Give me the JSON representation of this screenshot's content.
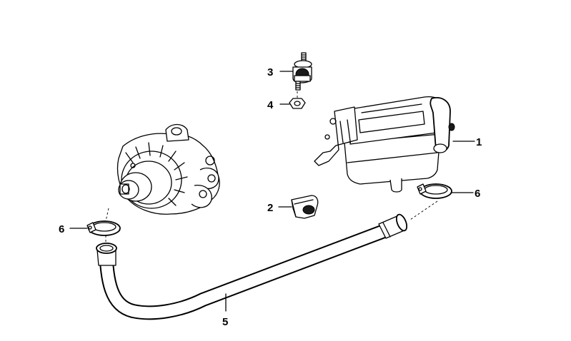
{
  "diagram": {
    "callouts": [
      {
        "id": "part-1",
        "label": "1"
      },
      {
        "id": "part-2",
        "label": "2"
      },
      {
        "id": "part-3",
        "label": "3"
      },
      {
        "id": "part-4",
        "label": "4"
      },
      {
        "id": "part-5",
        "label": "5"
      },
      {
        "id": "part-6-left",
        "label": "6"
      },
      {
        "id": "part-6-right",
        "label": "6"
      }
    ]
  }
}
